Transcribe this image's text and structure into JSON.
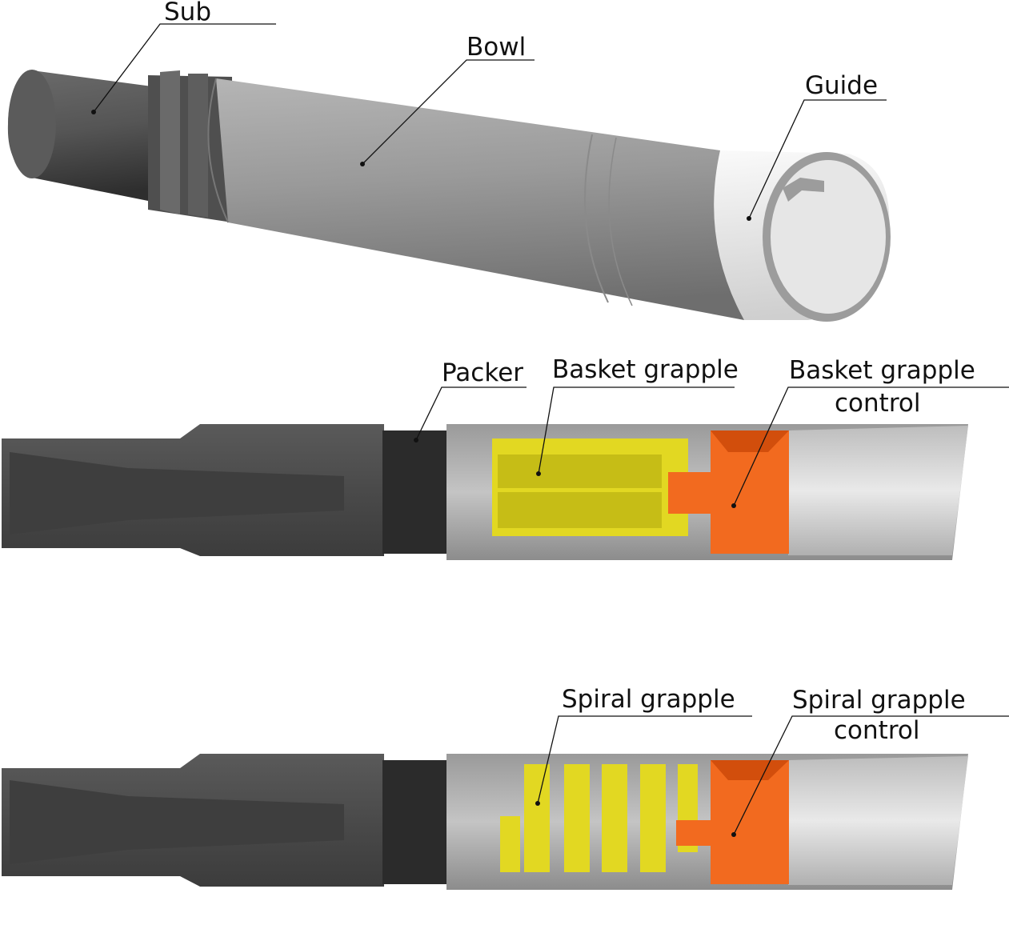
{
  "figure": {
    "top_view": {
      "labels": {
        "sub": "Sub",
        "bowl": "Bowl",
        "guide": "Guide"
      }
    },
    "basket_section": {
      "labels": {
        "packer": "Packer",
        "grapple": "Basket grapple",
        "control_line1": "Basket grapple",
        "control_line2": "control"
      }
    },
    "spiral_section": {
      "labels": {
        "grapple": "Spiral grapple",
        "control_line1": "Spiral grapple",
        "control_line2": "control"
      }
    }
  },
  "colors": {
    "sub_dark": "#4a4a4a",
    "bowl_grey": "#8e8e8e",
    "guide_white": "#ececec",
    "packer_black": "#2b2b2b",
    "grapple_yellow": "#e2d822",
    "control_orange": "#f26a1f"
  }
}
